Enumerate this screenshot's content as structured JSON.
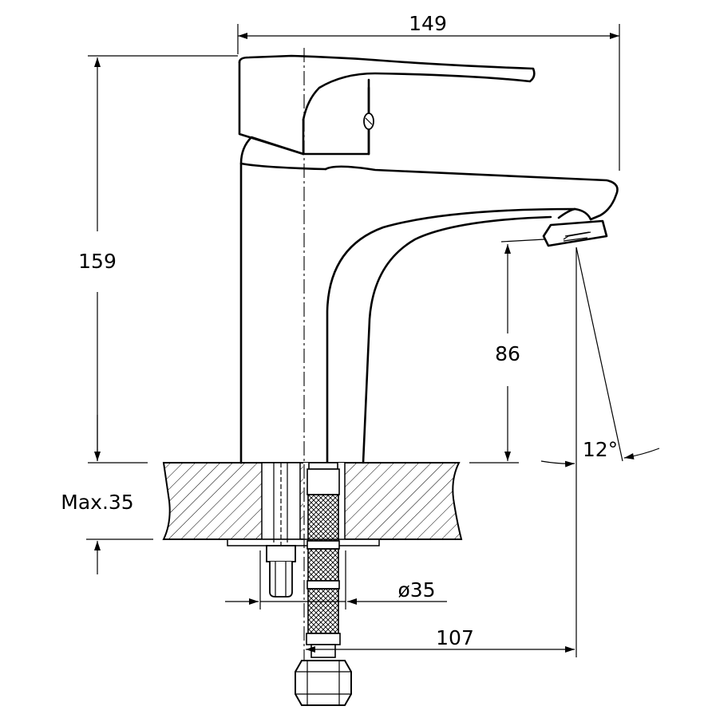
{
  "dimensions": {
    "overall_width": "149",
    "overall_height": "159",
    "spout_height": "86",
    "max_thickness": "Max.35",
    "hole_diameter": "ø35",
    "spout_reach": "107",
    "spray_angle": "12°"
  },
  "colors": {
    "line": "#000000",
    "background": "#ffffff"
  }
}
